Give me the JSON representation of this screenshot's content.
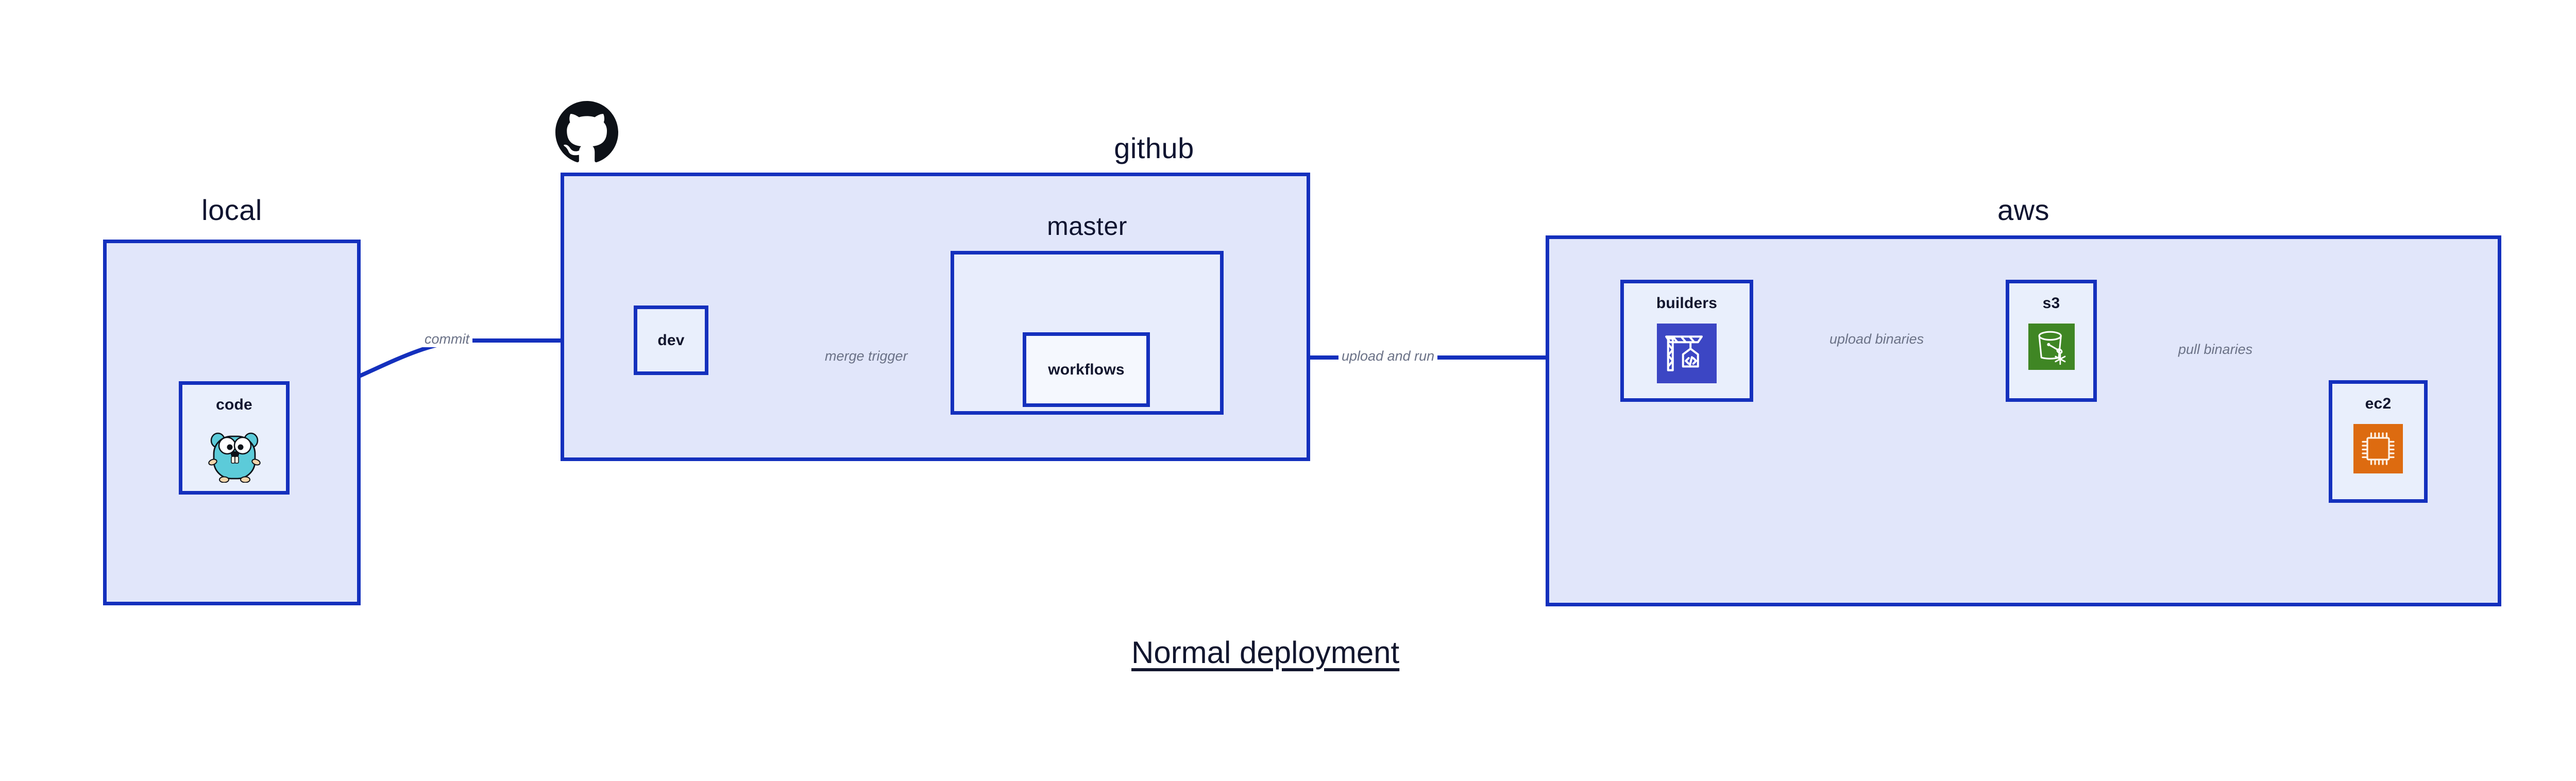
{
  "diagram": {
    "title": "Normal deployment",
    "accent_border": "#1430bd",
    "group_fill": "#e1e6fa",
    "subgroup_fill": "#e8edfc",
    "node_fill": "#e9effc",
    "node_white_fill": "#f5f8fe",
    "label_color": "#6b7287",
    "text_color": "#12162e"
  },
  "groups": {
    "local": {
      "label": "local"
    },
    "github": {
      "label": "github",
      "logo_icon": "github-octocat-icon"
    },
    "aws": {
      "label": "aws"
    }
  },
  "subgroups": {
    "master": {
      "label": "master"
    }
  },
  "nodes": {
    "code": {
      "label": "code",
      "icon": "golang-gopher-icon",
      "icon_color": "#5ccbd9"
    },
    "dev": {
      "label": "dev"
    },
    "workflows": {
      "label": "workflows"
    },
    "builders": {
      "label": "builders",
      "icon": "aws-codebuild-icon",
      "icon_color": "#3c46c4"
    },
    "s3": {
      "label": "s3",
      "icon": "aws-s3-glacier-icon",
      "icon_color": "#3f8624"
    },
    "ec2": {
      "label": "ec2",
      "icon": "aws-ec2-icon",
      "icon_color": "#dd6b10"
    }
  },
  "edges": [
    {
      "id": "commit",
      "label": "commit",
      "from": "code",
      "to": "dev"
    },
    {
      "id": "merge-trigger",
      "label": "merge trigger",
      "from": "dev",
      "to": "workflows"
    },
    {
      "id": "upload-and-run",
      "label": "upload and run",
      "from": "workflows",
      "to": "builders"
    },
    {
      "id": "upload-binaries",
      "label": "upload binaries",
      "from": "builders",
      "to": "s3"
    },
    {
      "id": "pull-binaries",
      "label": "pull binaries",
      "from": "s3",
      "to": "ec2"
    }
  ]
}
